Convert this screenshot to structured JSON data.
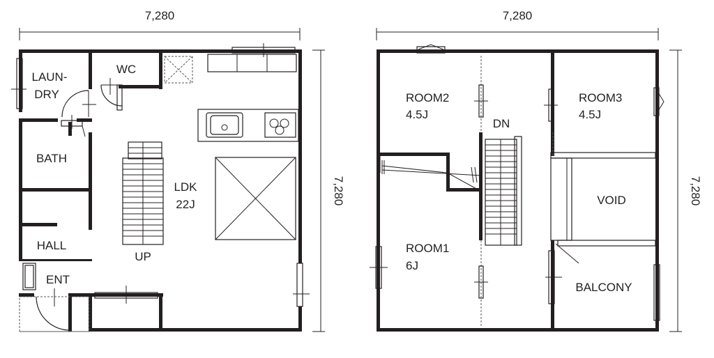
{
  "dimensions": {
    "ground_width": "7,280",
    "ground_depth": "7,280",
    "upper_width": "7,280",
    "upper_depth": "7,280"
  },
  "ground_floor": {
    "rooms": {
      "laundry_line1": "LAUN-",
      "laundry_line2": "DRY",
      "wc": "WC",
      "bath": "BATH",
      "ldk_name": "LDK",
      "ldk_size": "22J",
      "hall": "HALL",
      "ent": "ENT",
      "stairs_up": "UP"
    }
  },
  "upper_floor": {
    "rooms": {
      "room2_name": "ROOM2",
      "room2_size": "4.5J",
      "room3_name": "ROOM3",
      "room3_size": "4.5J",
      "stairs_down": "DN",
      "void": "VOID",
      "room1_name": "ROOM1",
      "room1_size": "6J",
      "balcony": "BALCONY"
    }
  }
}
